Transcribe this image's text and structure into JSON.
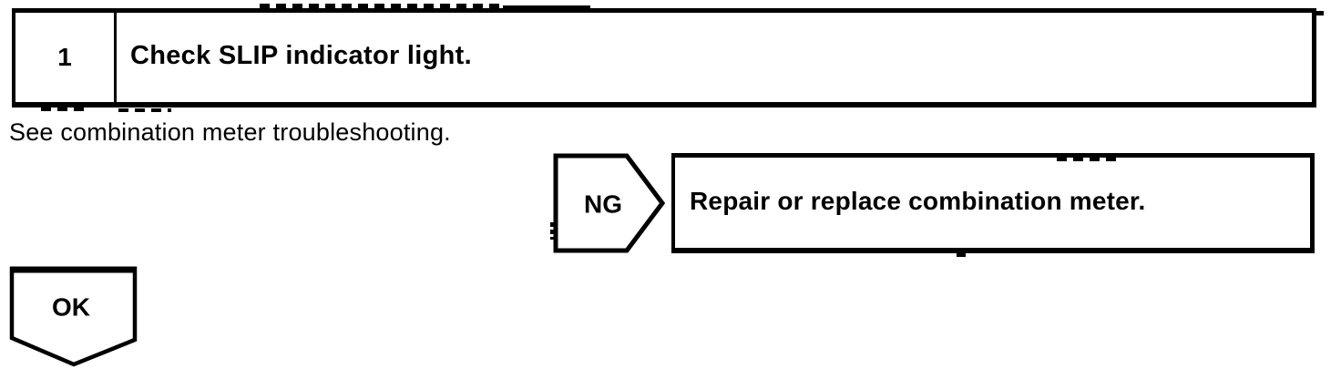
{
  "flowchart": {
    "step": {
      "number": "1",
      "title": "Check SLIP indicator light."
    },
    "instruction": "See combination meter troubleshooting.",
    "ng_branch": {
      "label": "NG",
      "action": "Repair or replace combination meter."
    },
    "ok_branch": {
      "label": "OK"
    },
    "colors": {
      "ink": "#000000",
      "background": "#ffffff"
    }
  }
}
